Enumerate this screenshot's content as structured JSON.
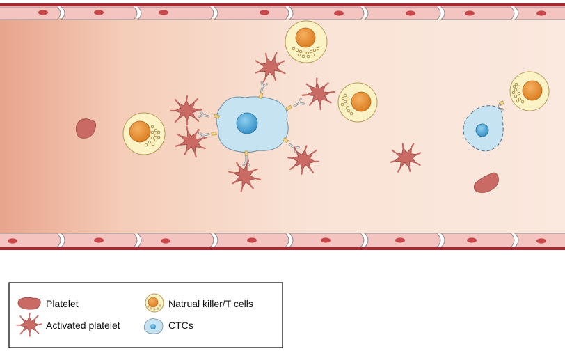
{
  "legend": {
    "items": [
      {
        "key": "platelet",
        "label": "Platelet"
      },
      {
        "key": "nk_t_cells",
        "label": "Natrual killer/T cells"
      },
      {
        "key": "activated_platelet",
        "label": "Activated platelet"
      },
      {
        "key": "ctcs",
        "label": "CTCs"
      }
    ]
  },
  "colors": {
    "vessel_wall": "#b4242e",
    "endothelium": "#f3c4c0",
    "endothelium_edge": "#8a8a8a",
    "nucleus": "#c8454a",
    "lumen_left": "#e8a48c",
    "lumen_center": "#f8e0d2",
    "lumen_right": "#fbe7dd",
    "platelet": "#c96a64",
    "immune_halo": "#fbf3c6",
    "immune_nucleus": "#e8902c",
    "granule": "#b88f3f",
    "ctc_body": "#c5e3f1",
    "ctc_edge": "#6f8fa5",
    "ctc_nucleus": "#4fa7d6",
    "binding_bar": "#f2d48a",
    "receptor": "#c8c8c8"
  },
  "icons": [
    "platelet-icon",
    "activated-platelet-icon",
    "immune-cell-icon",
    "ctc-icon"
  ]
}
